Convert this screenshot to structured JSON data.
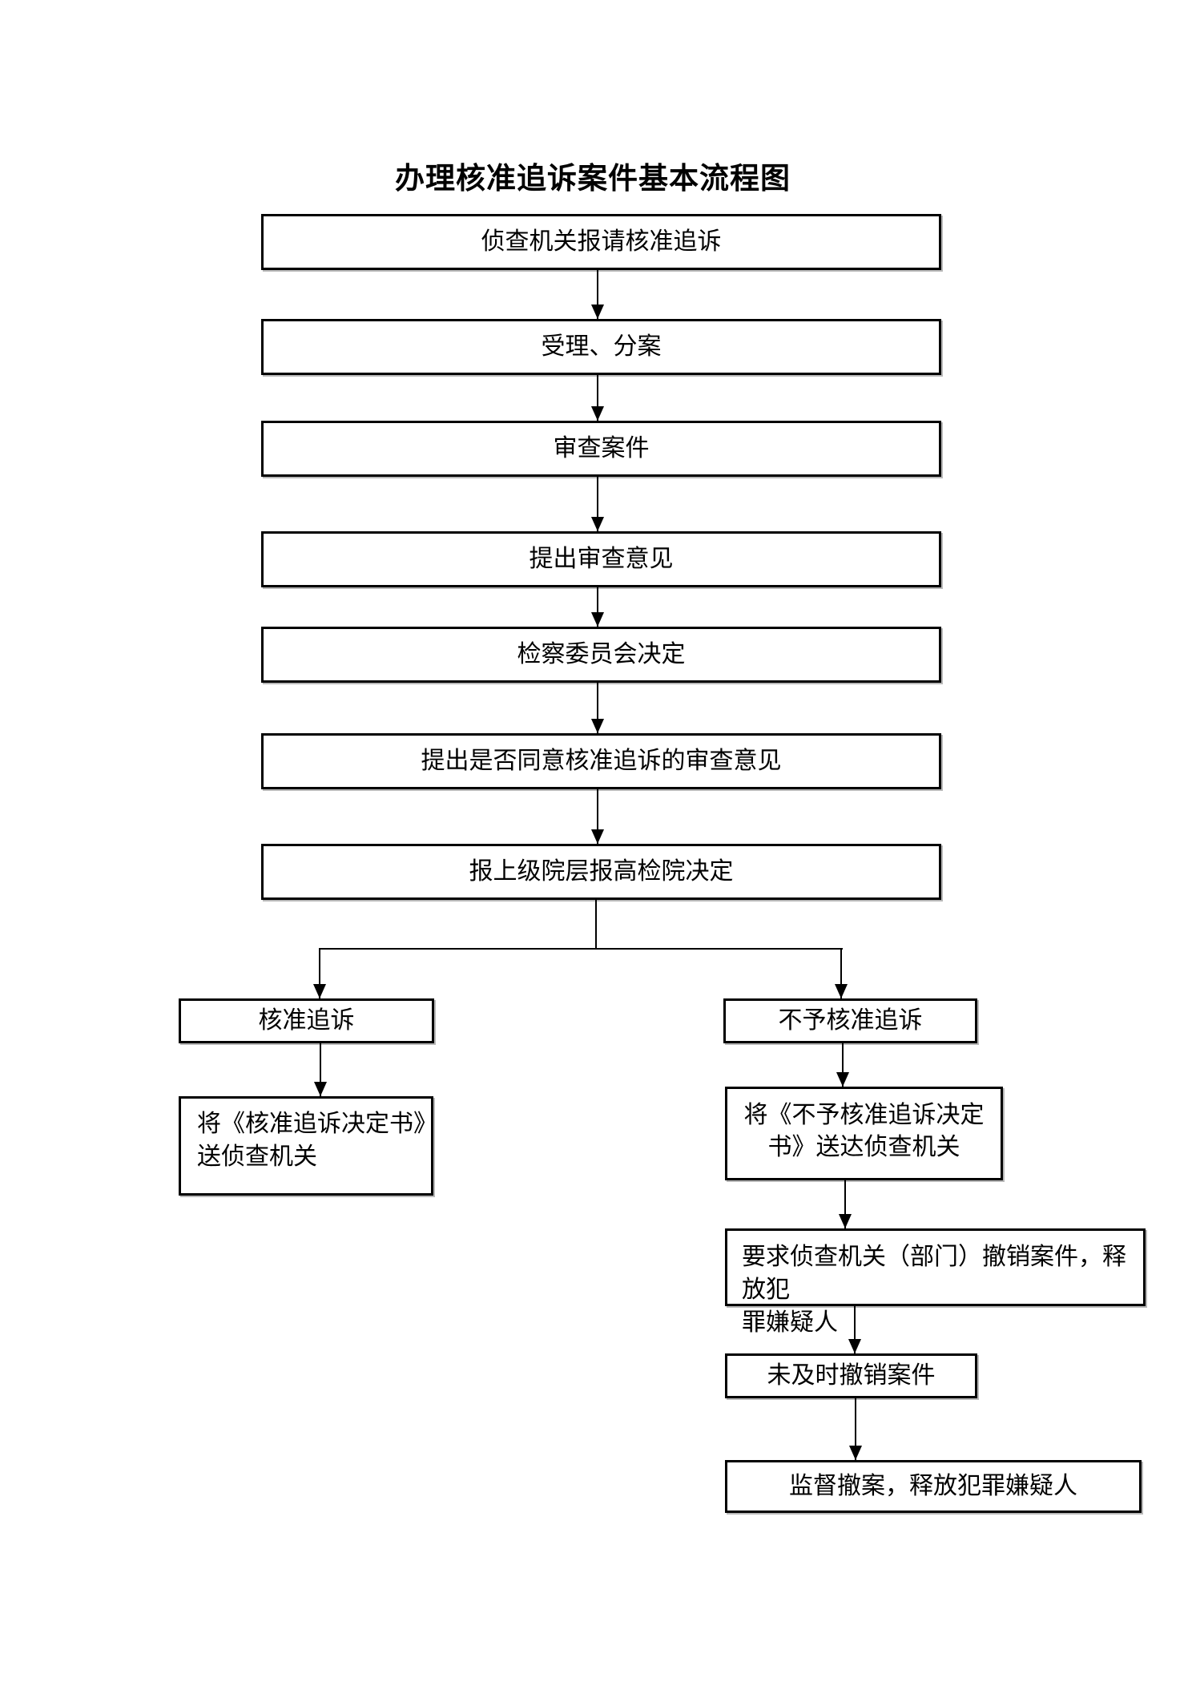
{
  "title": "办理核准追诉案件基本流程图",
  "colors": {
    "background": "#ffffff",
    "border": "#000000",
    "text": "#000000"
  },
  "nodes": {
    "report_request": {
      "lines": [
        "侦查机关报请核准追诉"
      ]
    },
    "accept_assign": {
      "lines": [
        "受理、分案"
      ]
    },
    "review_case": {
      "lines": [
        "审查案件"
      ]
    },
    "review_opinion": {
      "lines": [
        "提出审查意见"
      ]
    },
    "committee_decision": {
      "lines": [
        "检察委员会决定"
      ]
    },
    "agree_opinion": {
      "lines": [
        "提出是否同意核准追诉的审查意见"
      ]
    },
    "report_higher": {
      "lines": [
        "报上级院层报高检院决定"
      ]
    },
    "approve": {
      "lines": [
        "核准追诉"
      ]
    },
    "send_approval": {
      "lines": [
        "将《核准追诉决定书》",
        "送侦查机关"
      ]
    },
    "disapprove": {
      "lines": [
        "不予核准追诉"
      ]
    },
    "send_disapproval": {
      "lines": [
        "将《不予核准追诉决定",
        "书》送达侦查机关"
      ]
    },
    "request_withdraw": {
      "lines": [
        "要求侦查机关（部门）撤销案件，释放犯",
        "罪嫌疑人"
      ]
    },
    "not_withdrawn": {
      "lines": [
        "未及时撤销案件"
      ]
    },
    "supervise_withdraw": {
      "lines": [
        "监督撤案，释放犯罪嫌疑人"
      ]
    }
  }
}
